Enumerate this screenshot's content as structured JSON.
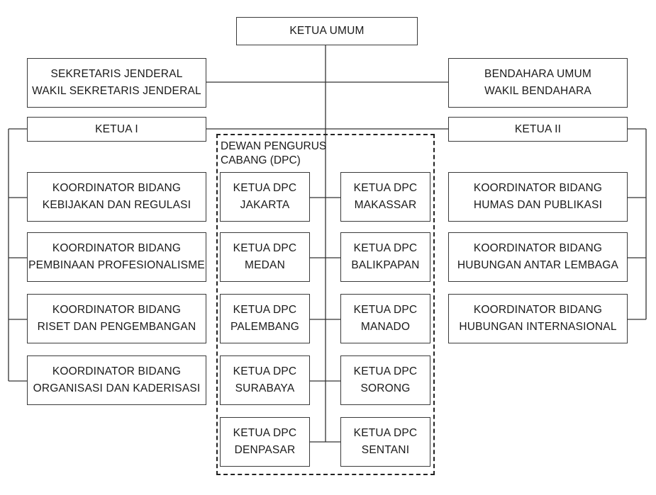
{
  "top": {
    "line1": "KETUA UMUM"
  },
  "secretary": {
    "line1": "SEKRETARIS JENDERAL",
    "line2": "WAKIL SEKRETARIS JENDERAL"
  },
  "treasurer": {
    "line1": "BENDAHARA UMUM",
    "line2": "WAKIL BENDAHARA"
  },
  "ketua1": {
    "title": "KETUA I",
    "coordinators": [
      {
        "line1": "KOORDINATOR BIDANG",
        "line2": "KEBIJAKAN DAN REGULASI"
      },
      {
        "line1": "KOORDINATOR BIDANG",
        "line2": "PEMBINAAN PROFESIONALISME"
      },
      {
        "line1": "KOORDINATOR BIDANG",
        "line2": "RISET DAN PENGEMBANGAN"
      },
      {
        "line1": "KOORDINATOR BIDANG",
        "line2": "ORGANISASI DAN KADERISASI"
      }
    ]
  },
  "ketua2": {
    "title": "KETUA II",
    "coordinators": [
      {
        "line1": "KOORDINATOR BIDANG",
        "line2": "HUMAS DAN PUBLIKASI"
      },
      {
        "line1": "KOORDINATOR BIDANG",
        "line2": "HUBUNGAN ANTAR LEMBAGA"
      },
      {
        "line1": "KOORDINATOR BIDANG",
        "line2": "HUBUNGAN INTERNASIONAL"
      }
    ]
  },
  "dpc": {
    "label_line1": "DEWAN PENGURUS",
    "label_line2": "CABANG (DPC)",
    "left": [
      {
        "line1": "KETUA DPC",
        "line2": "JAKARTA"
      },
      {
        "line1": "KETUA DPC",
        "line2": "MEDAN"
      },
      {
        "line1": "KETUA DPC",
        "line2": "PALEMBANG"
      },
      {
        "line1": "KETUA DPC",
        "line2": "SURABAYA"
      },
      {
        "line1": "KETUA DPC",
        "line2": "DENPASAR"
      }
    ],
    "right": [
      {
        "line1": "KETUA DPC",
        "line2": "MAKASSAR"
      },
      {
        "line1": "KETUA DPC",
        "line2": "BALIKPAPAN"
      },
      {
        "line1": "KETUA DPC",
        "line2": "MANADO"
      },
      {
        "line1": "KETUA DPC",
        "line2": "SORONG"
      },
      {
        "line1": "KETUA DPC",
        "line2": "SENTANI"
      }
    ]
  }
}
